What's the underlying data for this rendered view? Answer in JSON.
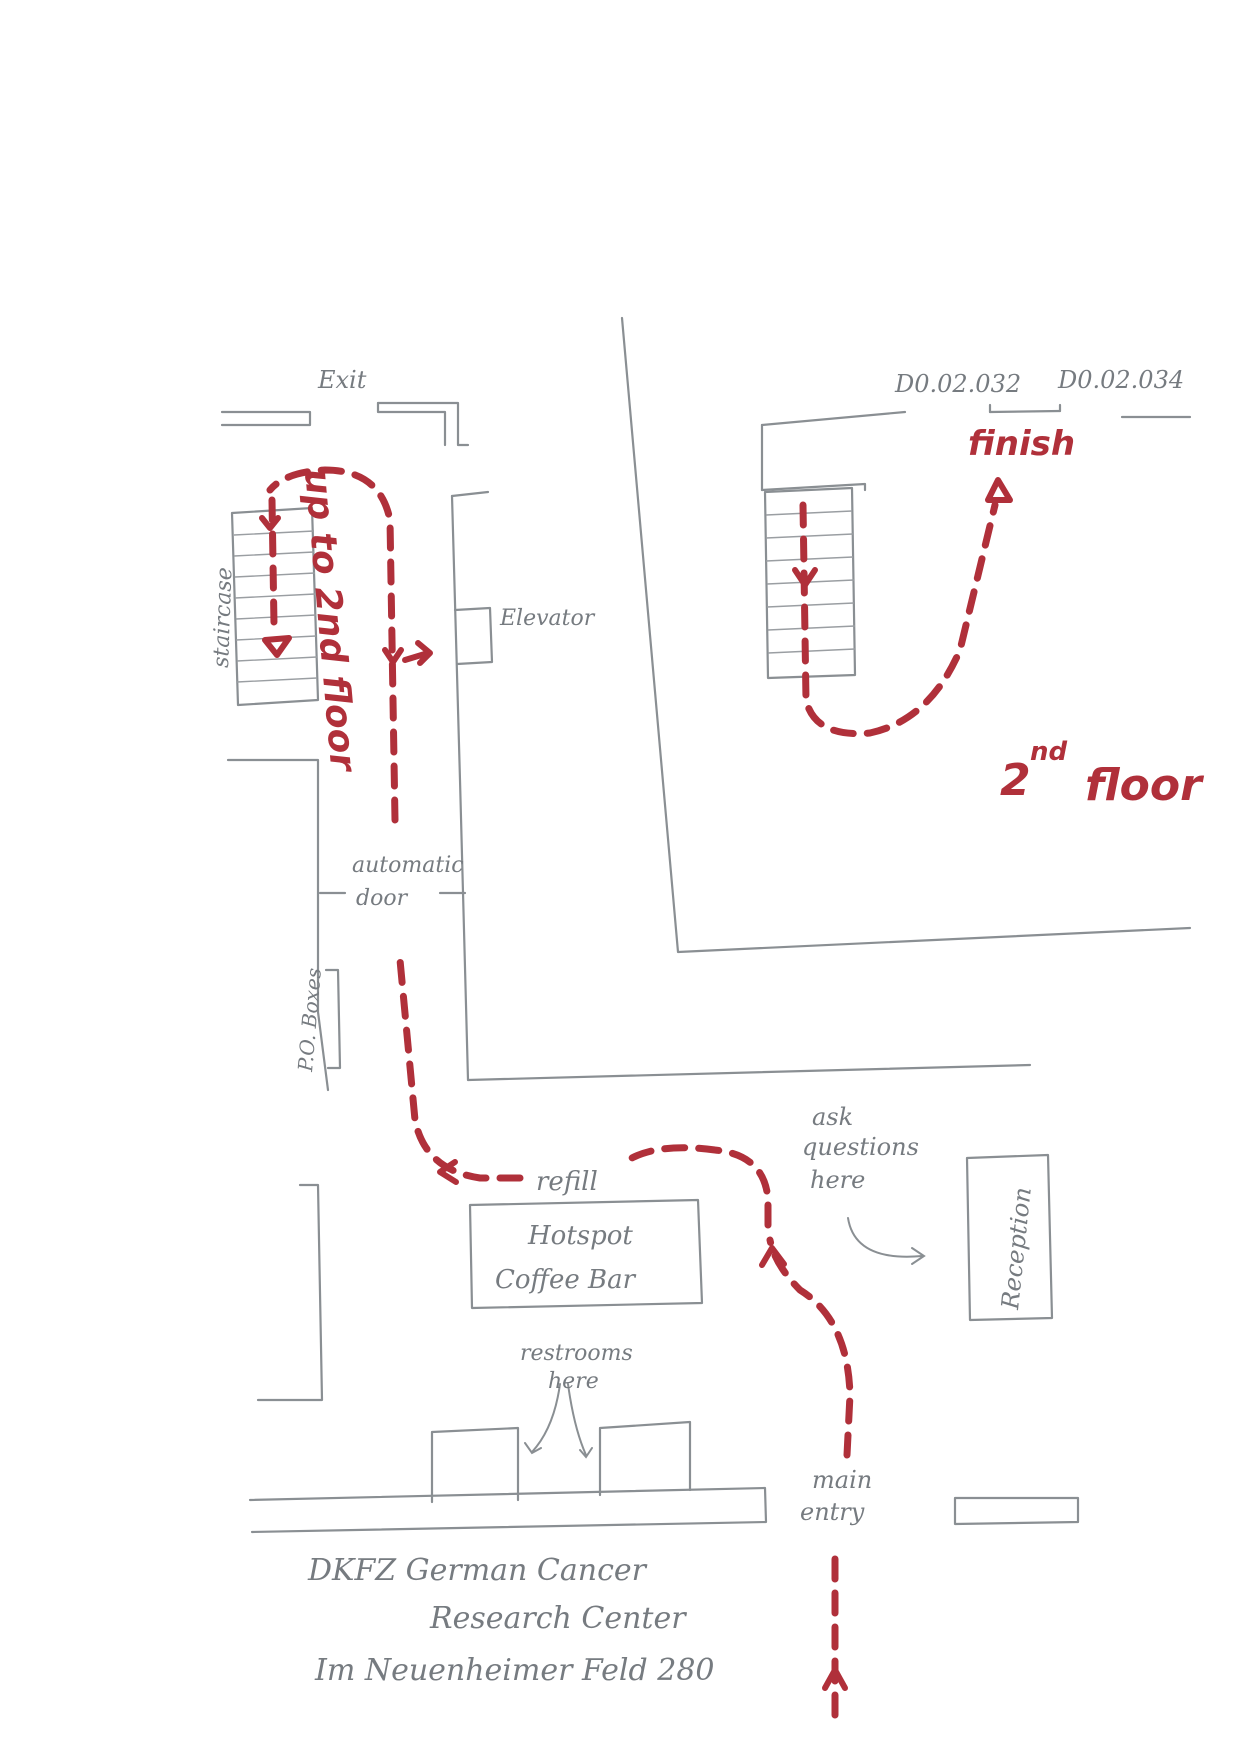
{
  "labels": {
    "exit": "Exit",
    "room_1": "D0.02.032",
    "room_2": "D0.02.034",
    "finish": "finish",
    "up_to_2nd_floor": "up to 2nd floor",
    "staircase": "staircase",
    "elevator": "Elevator",
    "second_floor_2": "2",
    "second_floor_nd": "nd",
    "second_floor_floor": "floor",
    "automatic": "automatic",
    "door": "door",
    "po_boxes": "P.O. Boxes",
    "ask": "ask",
    "questions": "questions",
    "here": "here",
    "refill": "refill",
    "hotspot": "Hotspot",
    "coffee_bar": "Coffee Bar",
    "reception": "Reception",
    "restrooms": "restrooms",
    "restrooms_here": "here",
    "main": "main",
    "entry": "entry",
    "address_line_1": "DKFZ German Cancer",
    "address_line_2": "Research Center",
    "address_line_3": "Im Neuenheimer Feld 280"
  },
  "colors": {
    "route": "#b0303a",
    "walls": "#8a8f93",
    "text": "#767b80"
  }
}
